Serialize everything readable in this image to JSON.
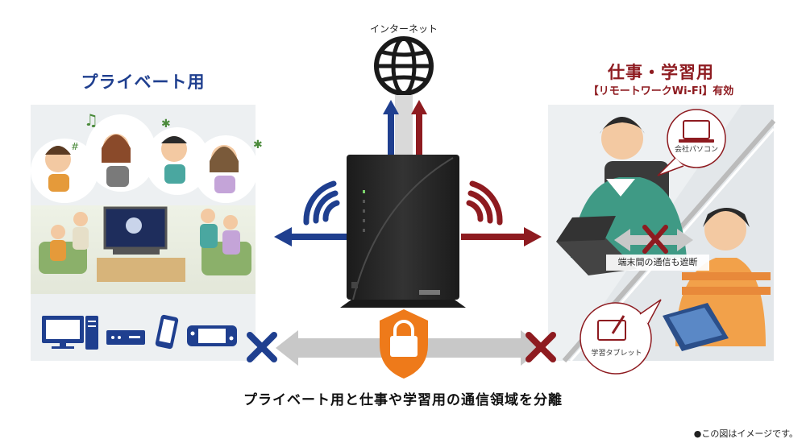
{
  "internet_label": "インターネット",
  "private_title": "プライベート用",
  "work_title": "仕事・学習用",
  "work_subtitle": "【リモートワークWi-Fi】有効",
  "block_label": "端末間の通信も遮断",
  "pc_label": "会社パソコン",
  "tablet_label": "学習タブレット",
  "caption": "プライベート用と仕事や学習用の通信領域を分離",
  "note": "●この図はイメージです。",
  "colors": {
    "private_blue": "#1f3f8f",
    "work_red": "#8e1b20",
    "lock_orange": "#ee7a1a",
    "arrow_gray": "#c8c8c8",
    "router_black": "#262626"
  },
  "icons": [
    "globe-icon",
    "wifi-icon",
    "lock-icon",
    "monitor-icon",
    "tower-pc-icon",
    "set-top-box-icon",
    "smartphone-icon",
    "game-console-icon",
    "laptop-icon",
    "tablet-pen-icon",
    "cross-icon"
  ]
}
